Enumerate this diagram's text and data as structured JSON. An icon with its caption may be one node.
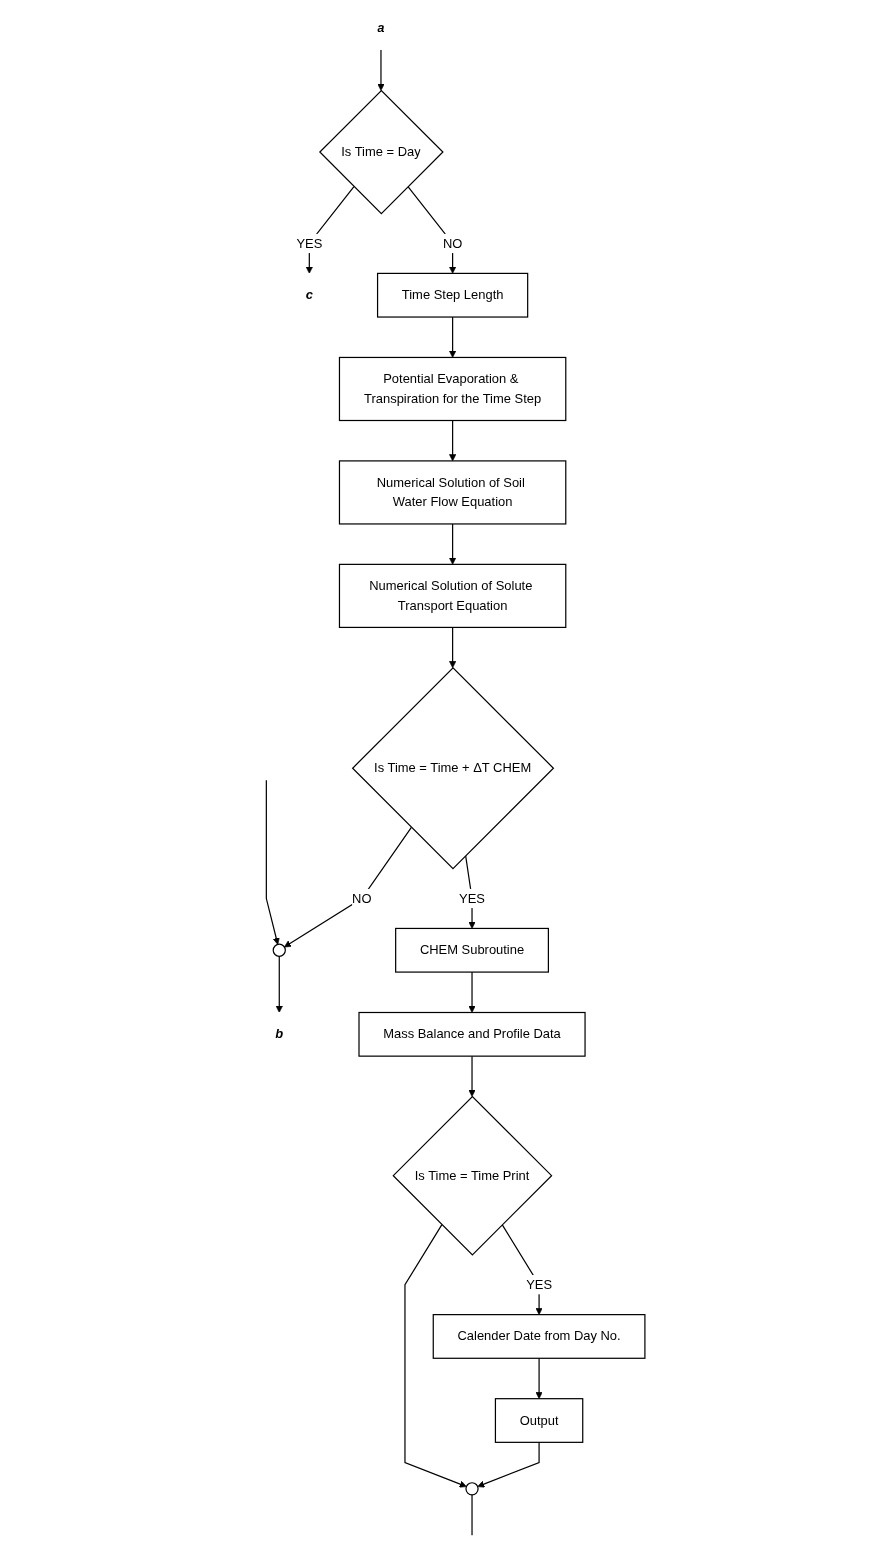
{
  "diagram": {
    "nodes": [
      {
        "text": [
          "a"
        ]
      },
      {
        "text": [
          "Is Time = Day"
        ]
      },
      {
        "text": [
          "c"
        ]
      },
      {
        "text": [
          "Time Step Length"
        ]
      },
      {
        "text": [
          "Potential Evaporation & Transpiration for the Time Step"
        ]
      },
      {
        "text": [
          "Numerical Solution of Soil Water Flow Equation"
        ]
      },
      {
        "text": [
          "Numerical Solution of Solute Transport Equation"
        ]
      },
      {
        "text": [
          "Is Time = Time + ΔT CHEM"
        ]
      },
      {
        "text": [
          "b"
        ]
      },
      {
        "text": [],
        "shape": "circle"
      },
      {
        "text": [
          "CHEM Subroutine"
        ]
      },
      {
        "text": [
          "Mass Balance and Profile Data"
        ]
      },
      {
        "text": [
          "Is Time = Time Print"
        ]
      },
      {
        "text": [
          "Calender Date from Day No."
        ]
      },
      {
        "text": [
          "Output"
        ]
      },
      {
        "text": [],
        "shape": "circle"
      }
    ],
    "edges": [
      {
        "from": 0,
        "to": 1,
        "arrow": "to"
      },
      {
        "from": 1,
        "to": 2,
        "label": "YES",
        "arrow": "to"
      },
      {
        "from": 1,
        "to": 3,
        "label": "NO",
        "arrow": "to"
      },
      {
        "from": 3,
        "to": 4,
        "arrow": "to"
      },
      {
        "from": 4,
        "to": 5,
        "arrow": "to"
      },
      {
        "from": 5,
        "to": 6,
        "arrow": "to"
      },
      {
        "from": 6,
        "to": 7,
        "arrow": "to"
      },
      {
        "from": 7,
        "to": 9,
        "label": "NO",
        "arrow": "to"
      },
      {
        "from": 9,
        "to": 8,
        "arrow": "to"
      },
      {
        "from": 7,
        "to": 10,
        "label": "YES",
        "arrow": "to"
      },
      {
        "from": 10,
        "to": 11,
        "arrow": "to"
      },
      {
        "from": 11,
        "to": 12,
        "arrow": "to"
      },
      {
        "from": 12,
        "to": 13,
        "label": "YES",
        "arrow": "to"
      },
      {
        "from": 13,
        "to": 14,
        "arrow": "to"
      },
      {
        "from": 14,
        "to": 15,
        "arrow": "to"
      },
      {
        "from": 12,
        "to": 15,
        "arrow": "to"
      },
      {
        "from": 15,
        "to": null,
        "arrow": "none"
      },
      {
        "from": null,
        "to": 9,
        "arrow": "to"
      }
    ]
  }
}
